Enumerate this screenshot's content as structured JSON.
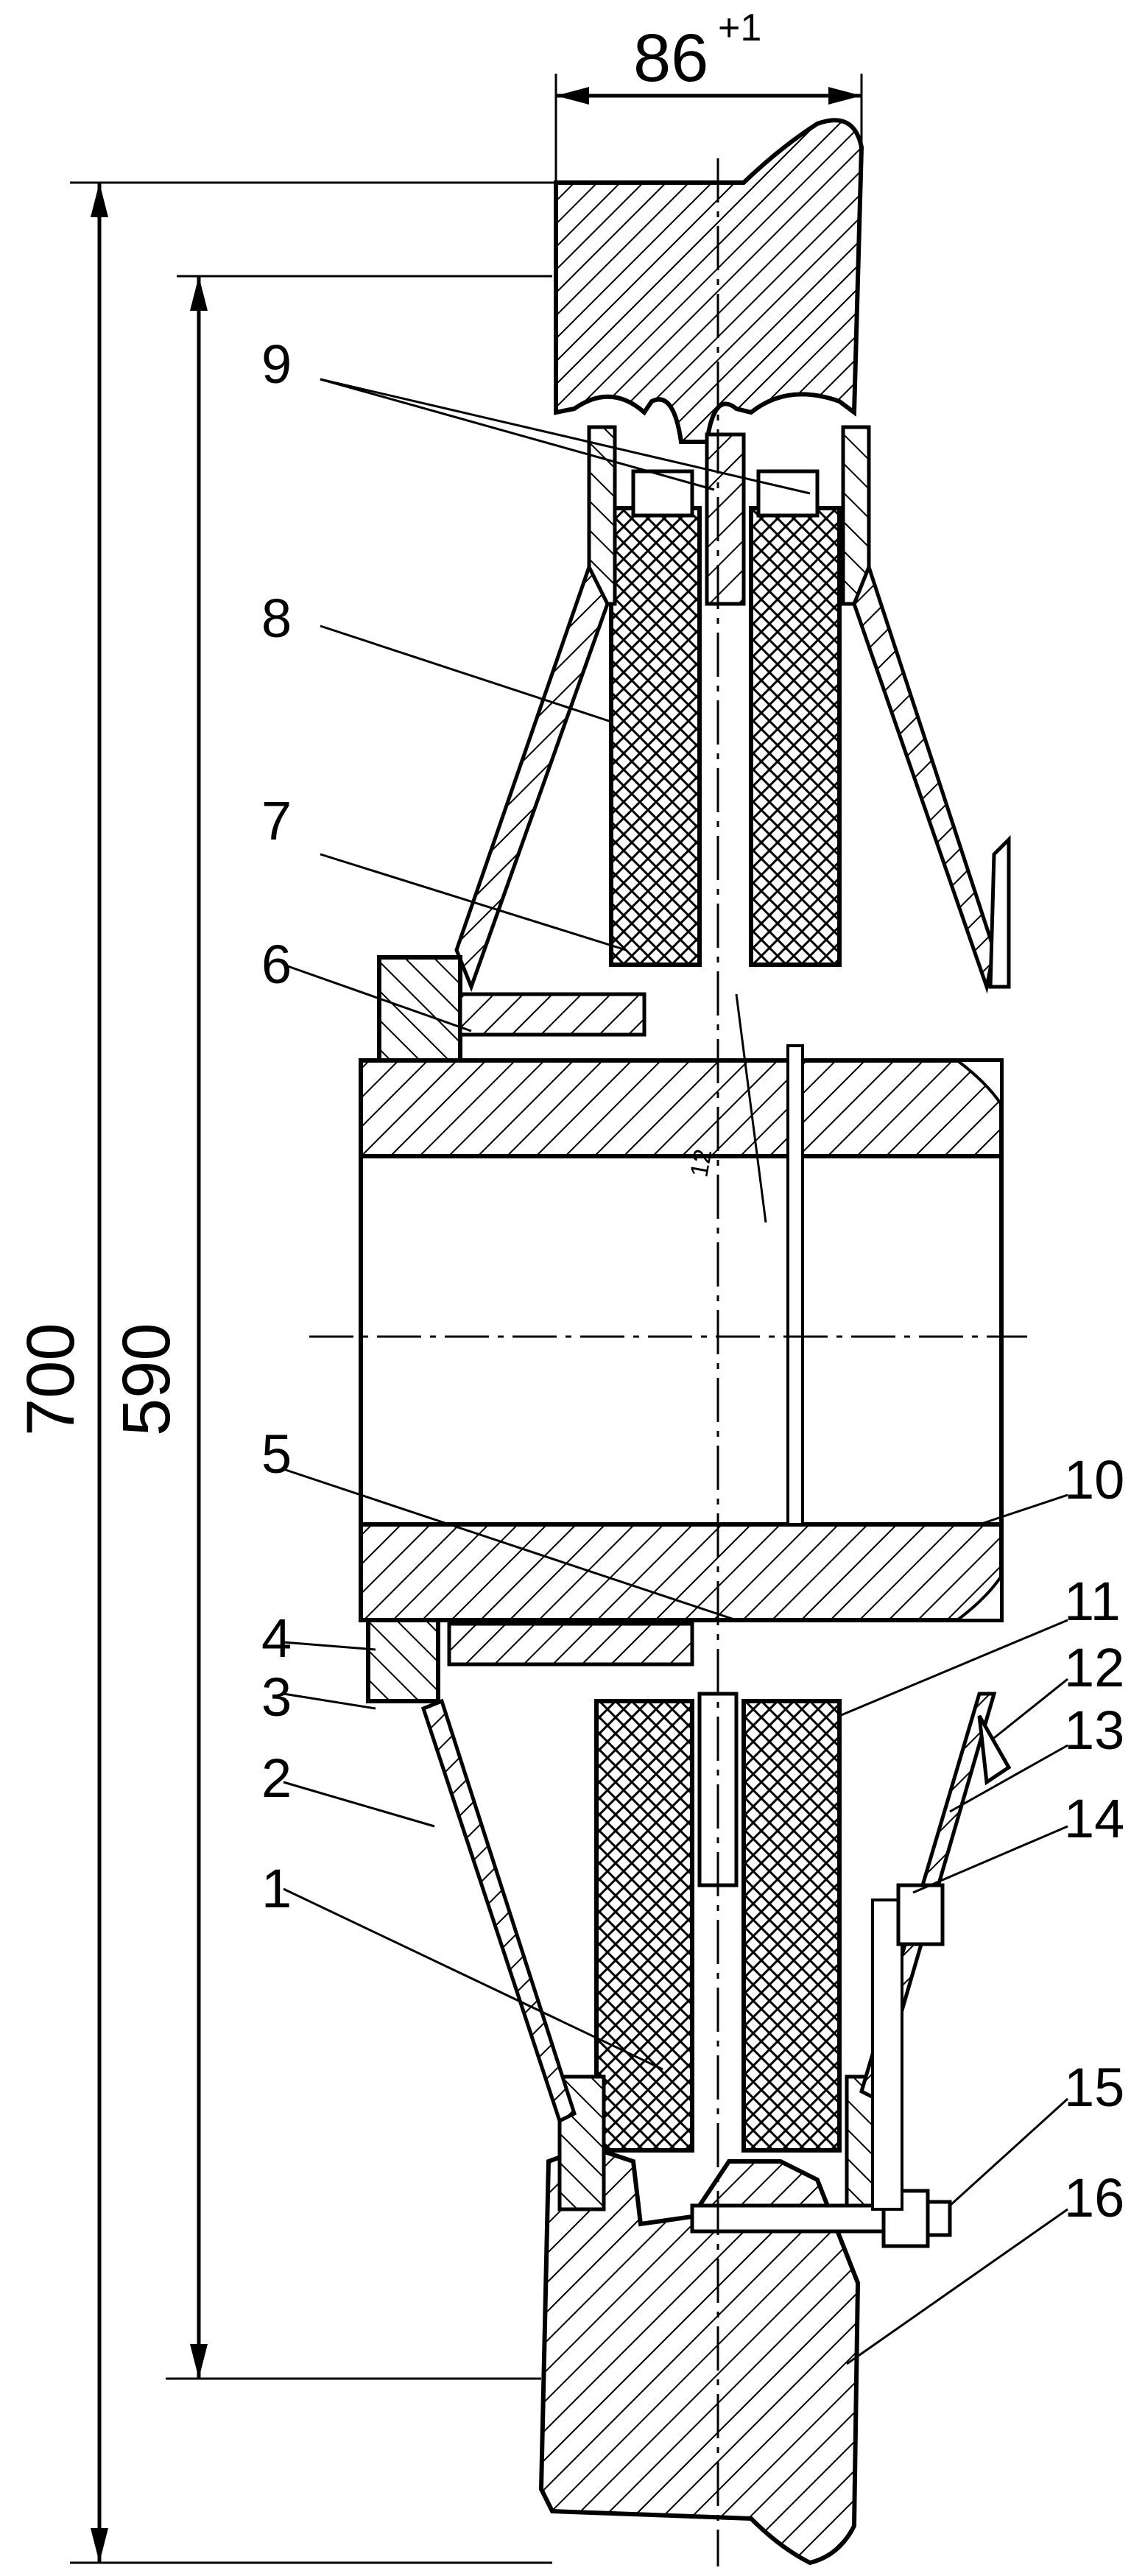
{
  "dimensions": {
    "width_top": "86",
    "width_top_tolerance": "+1",
    "overall_height": "700",
    "inner_height": "590",
    "small_angle": "12"
  },
  "callouts": [
    "1",
    "2",
    "3",
    "4",
    "5",
    "6",
    "7",
    "8",
    "9",
    "10",
    "11",
    "12",
    "13",
    "14",
    "15",
    "16"
  ]
}
